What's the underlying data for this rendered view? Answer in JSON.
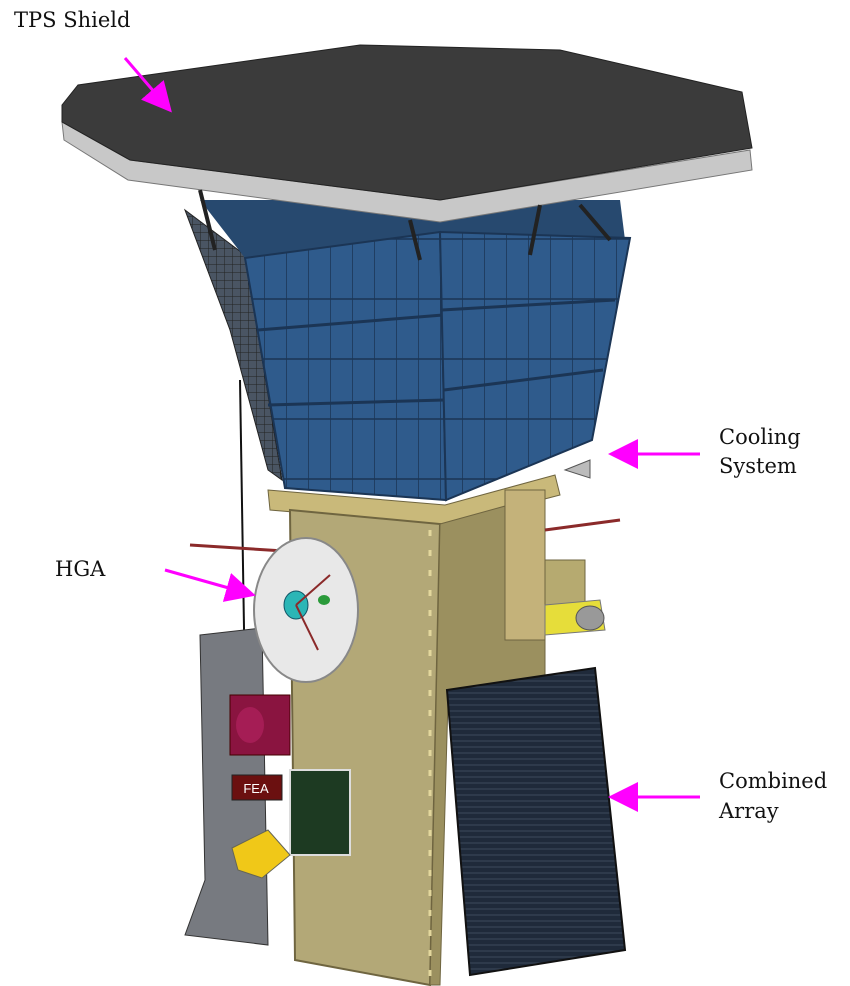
{
  "labels": {
    "tps_shield": "TPS Shield",
    "cooling_system_line1": "Cooling",
    "cooling_system_line2": "System",
    "hga": "HGA",
    "combined_array_line1": "Combined",
    "combined_array_line2": "Array"
  },
  "component_markings": {
    "fea": "FEA"
  },
  "colors": {
    "arrow": "#ff00ff",
    "shield_top": "#3b3b3b",
    "shield_edge": "#c8c8c8",
    "solar_panel": "#2f5b8c",
    "bus": "#b3a877",
    "combined_array": "#1f2a3a"
  }
}
